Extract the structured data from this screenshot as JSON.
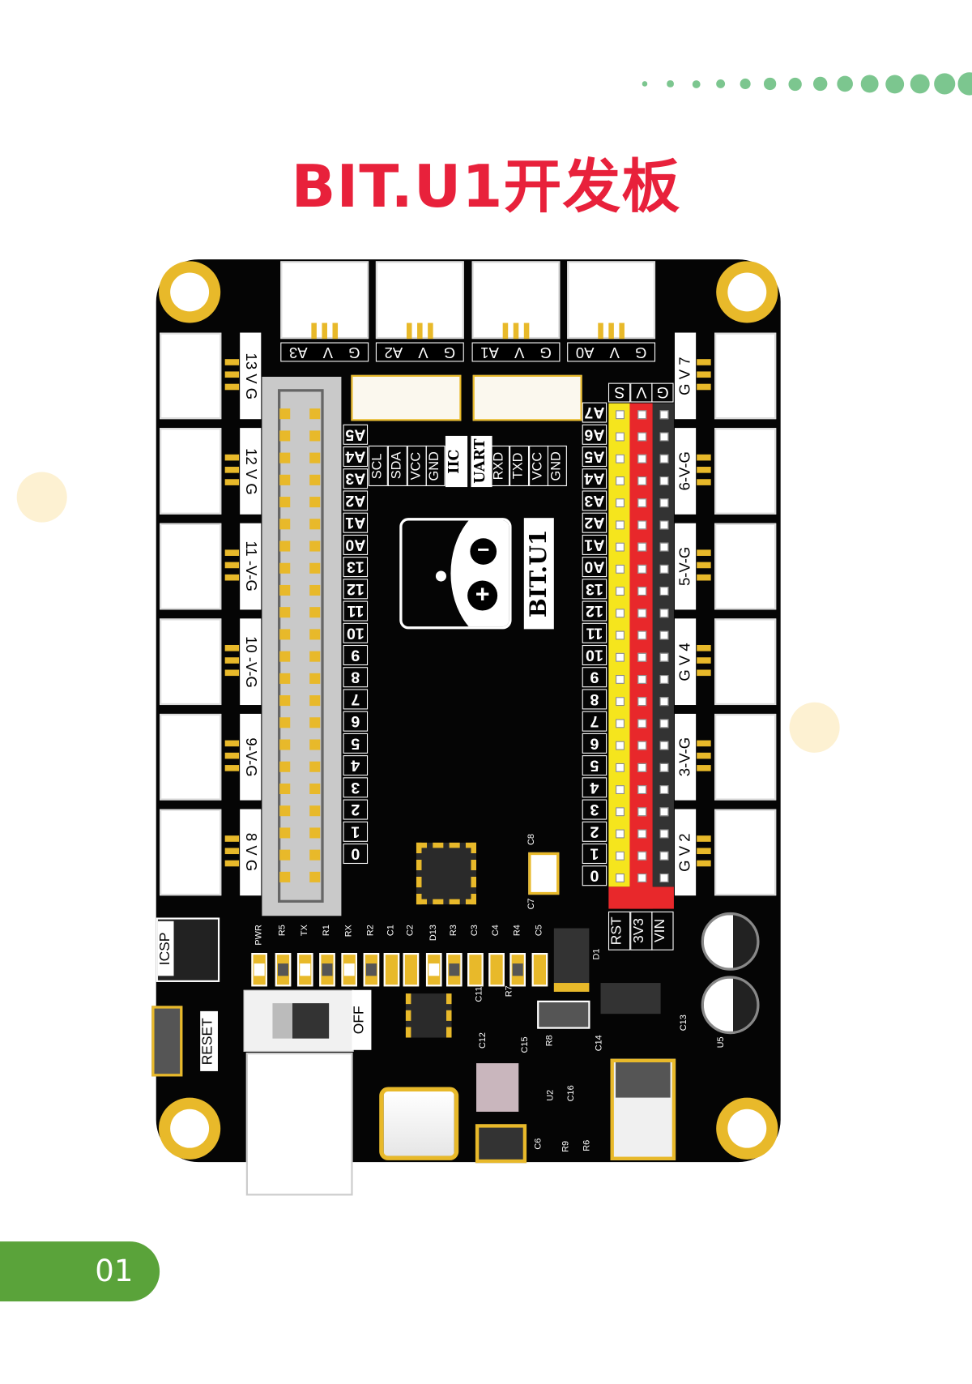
{
  "page": {
    "title": "BIT.U1开发板",
    "page_number": "01"
  },
  "colors": {
    "title": "#e8213b",
    "page_badge": "#5aa33a",
    "dots": "#7cc68f",
    "pcb": "#050505",
    "pad_gold": "#e8b92a",
    "signal_pin": "#f5e51d",
    "power_pin": "#e8282b",
    "ground_pin": "#333333"
  },
  "board": {
    "logo_text": "BIT.U1",
    "top_connectors": [
      {
        "label": "G V A3"
      },
      {
        "label": "G V A2"
      },
      {
        "label": "G V A1"
      },
      {
        "label": "G V A0"
      }
    ],
    "left_connectors": [
      "13 V G",
      "12 V G",
      "11 -V-G",
      "10 -V-G",
      "9-V-G",
      "8 V G"
    ],
    "right_connectors": [
      "G V 7",
      "6-V-G",
      "5-V-G",
      "G V 4",
      "3-V-G",
      "G V 2"
    ],
    "left_pin_labels": [
      "A5",
      "A4",
      "A3",
      "A2",
      "A1",
      "A0",
      "13",
      "12",
      "11",
      "10",
      "9",
      "8",
      "7",
      "6",
      "5",
      "4",
      "3",
      "2",
      "1",
      "0"
    ],
    "right_pin_labels": [
      "A7",
      "A6",
      "A5",
      "A4",
      "A3",
      "A2",
      "A1",
      "A0",
      "13",
      "12",
      "11",
      "10",
      "9",
      "8",
      "7",
      "6",
      "5",
      "4",
      "3",
      "2",
      "1",
      "0"
    ],
    "header_labels": [
      "S",
      "V",
      "G"
    ],
    "power_labels": [
      "RST",
      "3V3",
      "VIN"
    ],
    "iic": {
      "title": "IIC",
      "pins": [
        "SCL",
        "SDA",
        "VCC",
        "GND"
      ]
    },
    "uart": {
      "title": "UART",
      "pins": [
        "RXD",
        "TXD",
        "VCC",
        "GND"
      ]
    },
    "icsp_label": "ICSP",
    "reset_label": "RESET",
    "switch_label": "OFF",
    "component_row": [
      "PWR",
      "R5",
      "TX",
      "R1",
      "RX",
      "R2",
      "C1",
      "C2",
      "D13",
      "R3",
      "C3",
      "C4",
      "R4",
      "C5"
    ],
    "component_types": [
      "led",
      "r",
      "led",
      "r",
      "led",
      "r",
      "c",
      "c",
      "led",
      "r",
      "c",
      "c",
      "r",
      "c"
    ],
    "misc_labels": [
      "C8",
      "C7",
      "D1",
      "C11",
      "R7",
      "C12",
      "C15",
      "R8",
      "C14",
      "C13",
      "U5",
      "U2",
      "C16",
      "C6",
      "R9",
      "R6"
    ]
  }
}
